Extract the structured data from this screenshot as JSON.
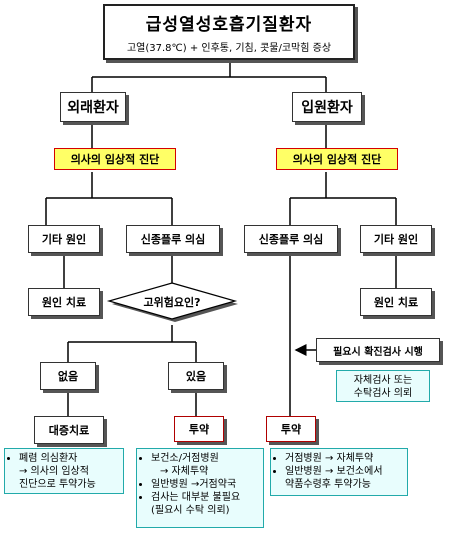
{
  "title": "급성열성호흡기질환자",
  "subtitle": "고열(37.8℃) + 인후통, 기침, 콧물/코막힘 증상",
  "left": {
    "heading": "외래환자",
    "diagnosis": "의사의 임상적 진단",
    "other_cause": "기타 원인",
    "suspect": "신종플루 의심",
    "treat_cause": "원인 치료",
    "high_risk_q": "고위험요인?",
    "no": "없음",
    "yes": "있음",
    "symptomatic": "대증치료",
    "medicate": "투약",
    "note_left": [
      "폐렴 의심환자",
      "→ 의사의 임상적",
      "진단으로 투약가능"
    ],
    "note_center": [
      "보건소/거점병원",
      "→ 자체투약",
      "일반병원 →거점약국",
      "검사는 대부분 불필요",
      "(필요시 수탁 의뢰)"
    ]
  },
  "right": {
    "heading": "입원환자",
    "diagnosis": "의사의 임상적 진단",
    "suspect": "신종플루 의심",
    "other_cause": "기타 원인",
    "treat_cause": "원인 치료",
    "confirm_test": "필요시 확진검사 시행",
    "test_note": [
      "자체검사 또는",
      "수탁검사 의뢰"
    ],
    "medicate": "투약",
    "note_right": [
      "거점병원 → 자체투약",
      "일반병원 → 보건소에서",
      "약품수령후 투약가능"
    ]
  }
}
